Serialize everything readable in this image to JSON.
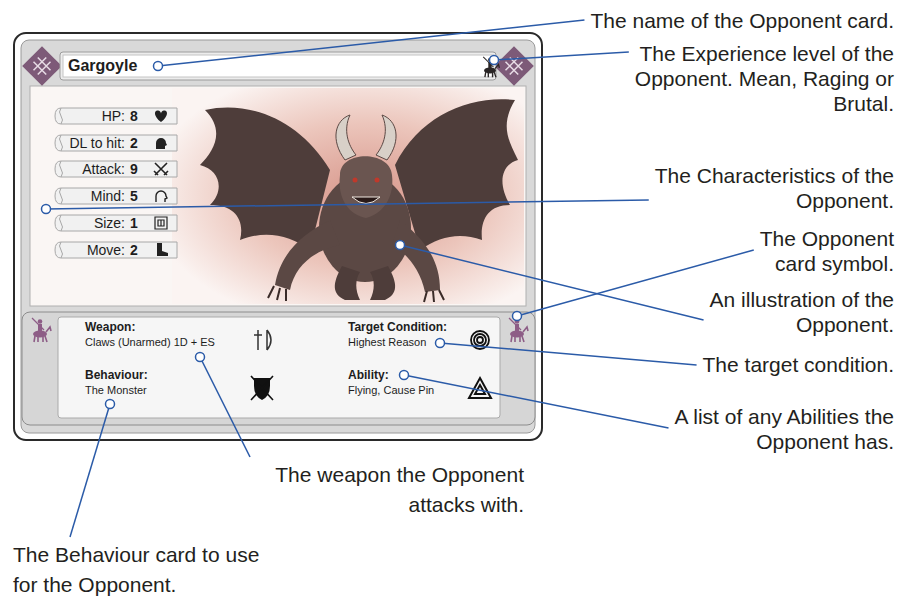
{
  "diagram": {
    "nodes": [
      {
        "text": [
          "Gargoyle"
        ]
      },
      {
        "text": [
          "HP:",
          "8"
        ]
      },
      {
        "text": [
          "DL to hit:",
          "2"
        ]
      },
      {
        "text": [
          "Attack:",
          "9"
        ]
      },
      {
        "text": [
          "Mind:",
          "5"
        ]
      },
      {
        "text": [
          "Size:",
          "1"
        ]
      },
      {
        "text": [
          "Move:",
          "2"
        ]
      },
      {
        "text": [
          "Weapon:",
          "Claws (Unarmed) 1D + ES",
          "Target Condition:",
          "Highest Reason",
          "Behaviour:",
          "The Monster",
          "Ability:",
          "Flying, Cause Pin"
        ]
      }
    ],
    "labels": [
      "The name of the Opponent card.",
      "The Experience level of the Opponent. Mean, Raging or Brutal.",
      "The Characteristics of the Opponent.",
      "The Opponent card symbol.",
      "An illustration of the Opponent.",
      "The target condition.",
      "A list of any Abilities the Opponent has.",
      "The weapon the Opponent attacks with.",
      "The Behaviour card to use for the Opponent."
    ]
  }
}
